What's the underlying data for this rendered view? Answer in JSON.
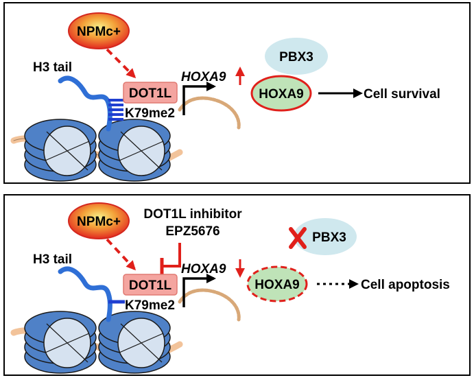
{
  "panel_top": {
    "npm_label": "NPMc+",
    "h3_tail": "H3 tail",
    "dot1l": "DOT1L",
    "k79": "K79me2",
    "gene": "HOXA9",
    "pbx3": "PBX3",
    "hoxa9": "HOXA9",
    "outcome": "Cell survival"
  },
  "panel_bottom": {
    "npm_label": "NPMc+",
    "inhibitor_line1": "DOT1L inhibitor",
    "inhibitor_line2": "EPZ5676",
    "h3_tail": "H3 tail",
    "dot1l": "DOT1L",
    "k79": "K79me2",
    "gene": "HOXA9",
    "pbx3": "PBX3",
    "hoxa9": "HOXA9",
    "outcome": "Cell apoptosis"
  },
  "colors": {
    "npm_fill": "#e8392b",
    "dot1l_fill": "#f4a5a0",
    "hoxa9_fill": "#bfe3b8",
    "pbx3_fill": "#cfe8ee",
    "histone_blue": "#4f81c7",
    "histone_light": "#d6e2f0",
    "dna_tan": "#f2c39a",
    "red": "#e0201b",
    "mark_blue": "#1f3fd1"
  }
}
